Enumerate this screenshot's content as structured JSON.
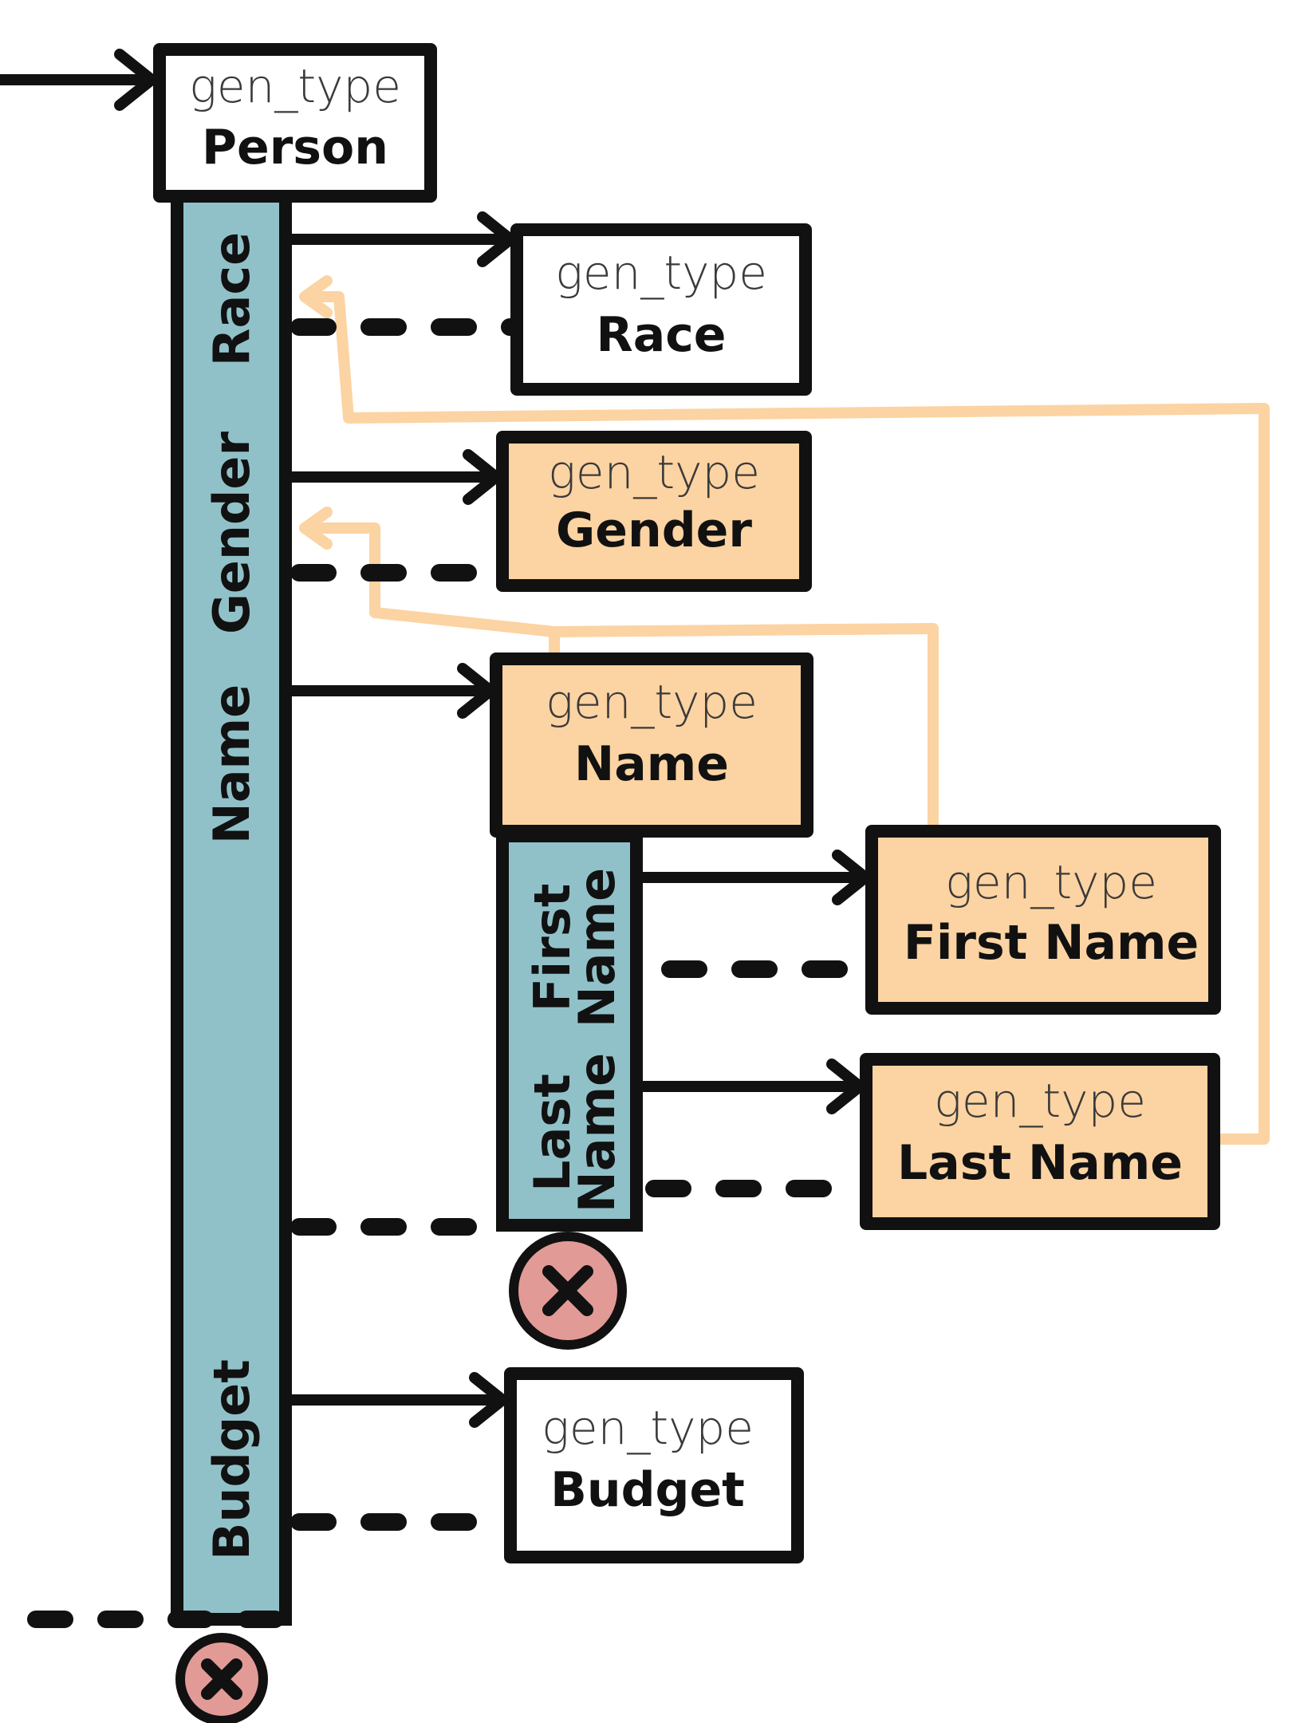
{
  "colors": {
    "white_box": "#ffffff",
    "peach_box": "#fcd3a2",
    "teal_bar": "#91c1c8",
    "stop_circle": "#e29a96",
    "ink": "#111111"
  },
  "boxes": {
    "person": {
      "kind": "gen_type",
      "title": "Person"
    },
    "race": {
      "kind": "gen_type",
      "title": "Race"
    },
    "gender": {
      "kind": "gen_type",
      "title": "Gender"
    },
    "name": {
      "kind": "gen_type",
      "title": "Name"
    },
    "first_name": {
      "kind": "gen_type",
      "title": "First Name"
    },
    "last_name": {
      "kind": "gen_type",
      "title": "Last Name"
    },
    "budget": {
      "kind": "gen_type",
      "title": "Budget"
    }
  },
  "person_lane": {
    "race": "Race",
    "gender": "Gender",
    "name": "Name",
    "budget": "Budget"
  },
  "name_lane": {
    "first_1": "First",
    "first_2": "Name",
    "last_1": "Last",
    "last_2": "Name"
  },
  "icons": {
    "stop": "close-icon"
  }
}
